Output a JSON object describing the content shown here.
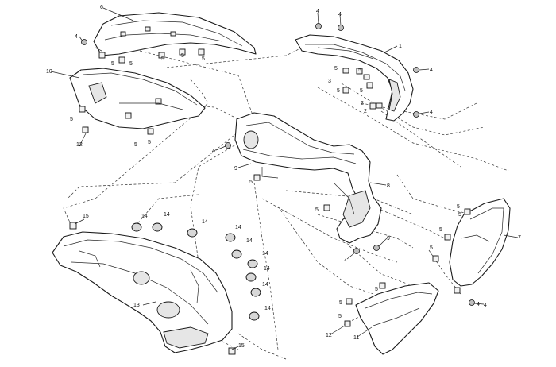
{
  "callouts": {
    "c1": "1",
    "c2a": "2",
    "c2b": "2",
    "c3": "3",
    "c4a": "4",
    "c4b": "4",
    "c4c": "4",
    "c4d": "4",
    "c4e": "4",
    "c4f": "4",
    "c4g": "4",
    "c4h": "4",
    "c4i": "4",
    "c5a": "5",
    "c5b": "5",
    "c5c": "5",
    "c5d": "5",
    "c5e": "5",
    "c5f": "5",
    "c5g": "5",
    "c5h": "5",
    "c5i": "5",
    "c5j": "5",
    "c5k": "5",
    "c5l": "5",
    "c5m": "5",
    "c5n": "5",
    "c5o": "5",
    "c5p": "5",
    "c5q": "5",
    "c5r": "5",
    "c5s": "5",
    "c5t": "5",
    "c5u": "5",
    "c6": "6",
    "c7": "7",
    "c8": "8",
    "c9a": "9",
    "c9b": "9",
    "c10": "10",
    "c11": "11",
    "c12a": "12",
    "c12b": "12",
    "c13": "13",
    "c14a": "14",
    "c14b": "14",
    "c14c": "14",
    "c14d": "14",
    "c14e": "14",
    "c14f": "14",
    "c14g": "14",
    "c14h": "14",
    "c14i": "14",
    "c15a": "15",
    "c15b": "15"
  }
}
